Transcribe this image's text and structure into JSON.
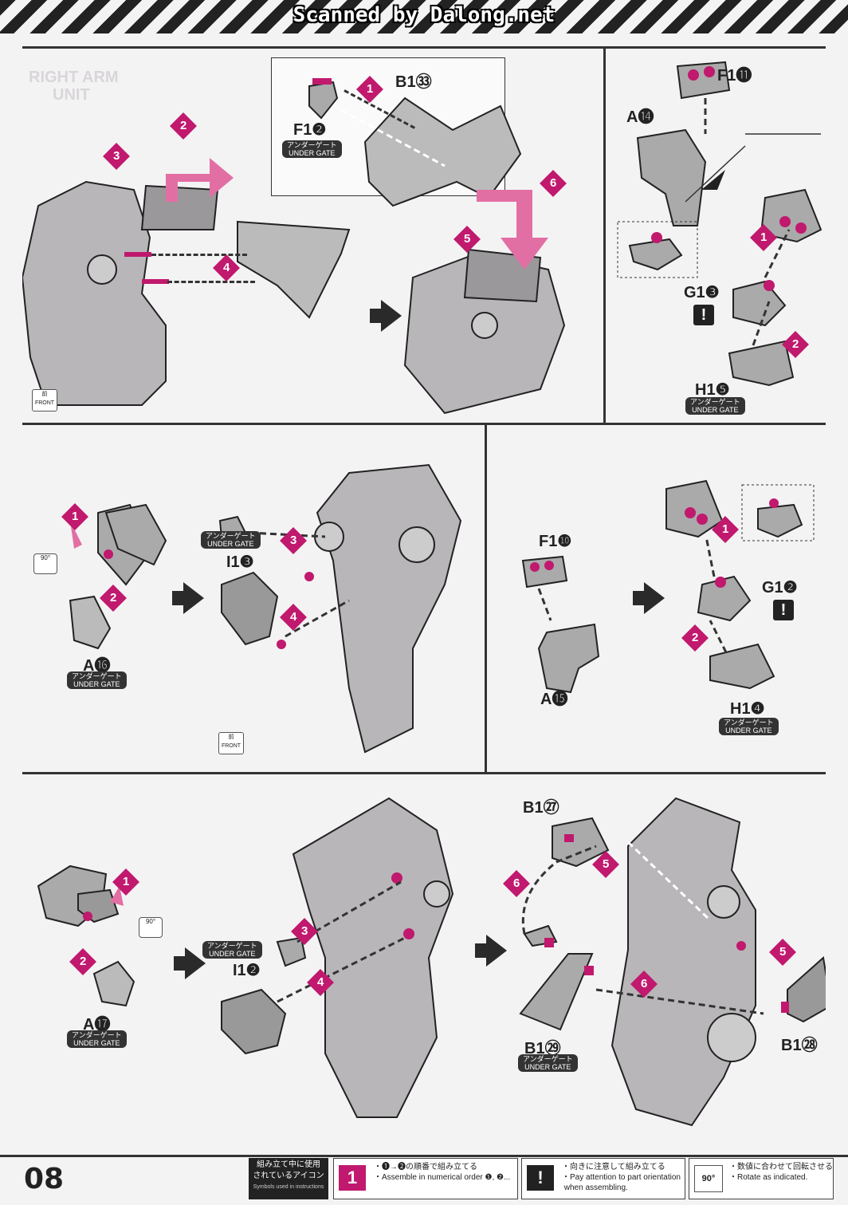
{
  "watermark": "Scanned by Dalong.net",
  "page_number": "08",
  "colors": {
    "accent": "#c0196e",
    "line": "#333333"
  },
  "panels": {
    "p1": {
      "ghost_text": [
        "RIGHT ARM",
        "UNIT"
      ],
      "inset_part": "F1❷",
      "inset_gate": "アンダーゲート\nUNDER GATE",
      "b_part": "B1㉝",
      "steps": [
        "1",
        "2",
        "3",
        "4",
        "5",
        "6"
      ],
      "front_label": "前\nFRONT"
    },
    "p2": {
      "f_part": "F1⓫",
      "a_part": "A⓮",
      "g_part": "G1❸",
      "h_part": "H1❺",
      "h_gate": "アンダーゲート\nUNDER GATE",
      "steps": [
        "1",
        "2"
      ]
    },
    "p3": {
      "a_part": "A⓰",
      "a_gate": "アンダーゲート\nUNDER GATE",
      "i_part": "I1❸",
      "i_gate": "アンダーゲート\nUNDER GATE",
      "rot_label": "90°",
      "steps": [
        "1",
        "2",
        "3",
        "4"
      ],
      "front_label": "前\nFRONT"
    },
    "p4": {
      "f_part": "F1❿",
      "a_part": "A⓯",
      "g_part": "G1❷",
      "h_part": "H1❹",
      "h_gate": "アンダーゲート\nUNDER GATE",
      "steps": [
        "1",
        "2"
      ]
    },
    "p5": {
      "a_part": "A⓱",
      "a_gate": "アンダーゲート\nUNDER GATE",
      "i_part": "I1❷",
      "i_gate": "アンダーゲート\nUNDER GATE",
      "rot_label": "90°",
      "b27": "B1㉗",
      "b29": "B1㉙",
      "b29_gate": "アンダーゲート\nUNDER GATE",
      "b28": "B1㉘",
      "steps": [
        "1",
        "2",
        "3",
        "4",
        "5",
        "6"
      ]
    }
  },
  "legend": {
    "title": "組み立て中に使用\nされているアイコン",
    "title_en": "Symbols used in instructions",
    "items": [
      {
        "icon": "1",
        "jp": "・❶→❷の順番で組み立てる",
        "en": "・Assemble in numerical order ❶, ❷..."
      },
      {
        "icon": "!",
        "jp": "・向きに注意して組み立てる",
        "en": "・Pay attention to part orientation\n when assembling."
      },
      {
        "icon": "90°",
        "jp": "・数値に合わせて回転させる",
        "en": "・Rotate as indicated."
      }
    ]
  }
}
